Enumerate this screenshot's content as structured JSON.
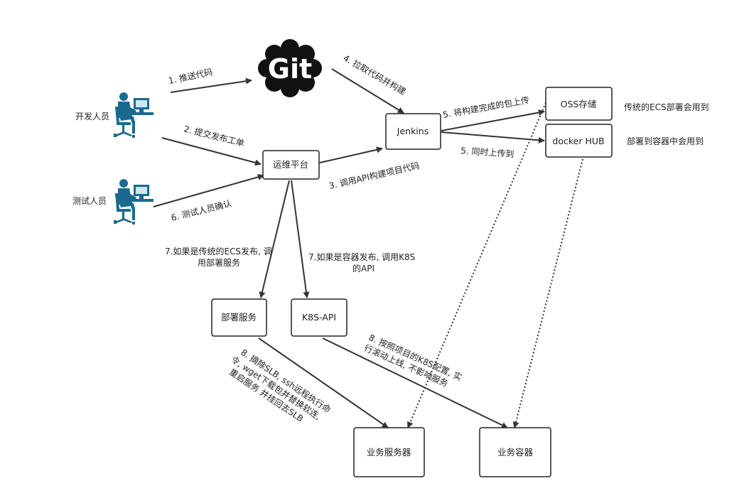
{
  "nodes": {
    "git": "Git",
    "jenkins": "Jenkins",
    "oss": "OSS存储",
    "docker_hub": "docker HUB",
    "ops_platform": "运维平台",
    "deploy_service": "部署服务",
    "k8s_api": "K8S-API",
    "biz_server": "业务服务器",
    "biz_container": "业务容器"
  },
  "actors": {
    "developer": "开发人员",
    "tester": "测试人员"
  },
  "notes": {
    "oss_note": "传统的ECS部署会用到",
    "docker_note": "部署到容器中会用到"
  },
  "edges": {
    "e1": "1. 推送代码",
    "e2": "2. 提交发布工单",
    "e3": "3. 调用API构建项目代码",
    "e4": "4. 拉取代码并构建",
    "e5a": "5. 将构建完成的包上传",
    "e5b": "5. 同时上传到",
    "e6": "6. 测试人员确认",
    "e7a_line1": "7.如果是传统的ECS发布, 调",
    "e7a_line2": "用部署服务",
    "e7b_line1": "7.如果是容器发布, 调用K8S",
    "e7b_line2": "的API",
    "e8a_line1": "8. 摘除SLB, ssh远程执行命",
    "e8a_line2": "令, wget下载包并替换软连,",
    "e8a_line3": "重启服务 并挂回去SLB",
    "e8b_line1": "8. 按照项目的K8S配置, 实",
    "e8b_line2": "行滚动上线, 不影响服务"
  },
  "colors": {
    "person": "#1a6a8f",
    "git_cloud": "#111111",
    "line": "#333333"
  },
  "icons": {
    "developer": "person-at-computer-icon",
    "tester": "person-at-computer-icon",
    "git": "git-cloud-logo"
  }
}
